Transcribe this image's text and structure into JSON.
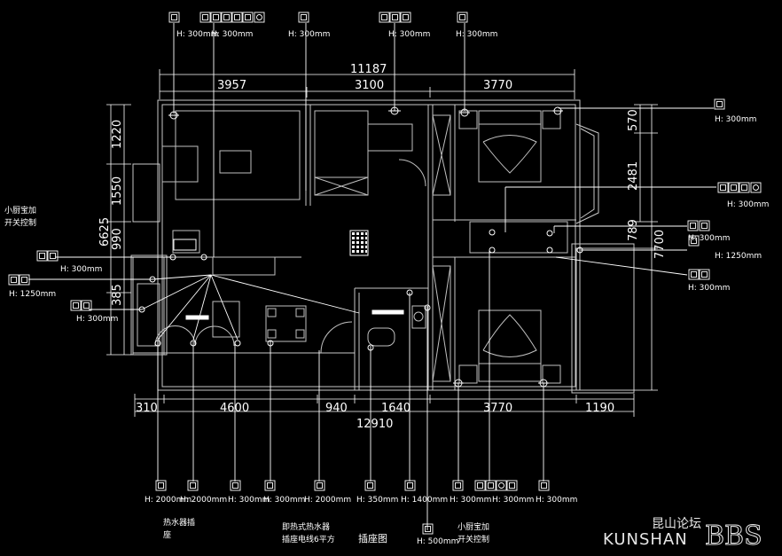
{
  "drawing": {
    "title": "插座图",
    "dimensions_top": [
      "11187",
      "3957",
      "3100",
      "3770"
    ],
    "dimensions_bottom": [
      "310",
      "4600",
      "940",
      "1640",
      "3770",
      "1190",
      "12910"
    ],
    "dimensions_left": [
      "1220",
      "1550",
      "6625",
      "990",
      "385"
    ],
    "dimensions_right": [
      "570",
      "2481",
      "789",
      "7700"
    ]
  },
  "sockets": {
    "h300": "H: 300mm",
    "h1250": "H: 1250mm",
    "h2000": "H: 2000mm",
    "h350": "H: 350mm",
    "h1400": "H: 1400mm",
    "h500": "H: 500mm"
  },
  "notes": {
    "kitchen_left": [
      "小厨宝加",
      "开关控制"
    ],
    "kitchen_bottom": [
      "小厨宝加",
      "开关控制"
    ],
    "water_heater": [
      "热水器插",
      "座"
    ],
    "instant_heater": [
      "即热式热水器",
      "插座电线6平方"
    ]
  },
  "watermark": {
    "cn": "昆山论坛",
    "en": "KUNSHAN",
    "bbs": "BBS"
  },
  "colors": {
    "background": "#000000",
    "line": "#ffffff",
    "wall": "#c8c8c8"
  }
}
